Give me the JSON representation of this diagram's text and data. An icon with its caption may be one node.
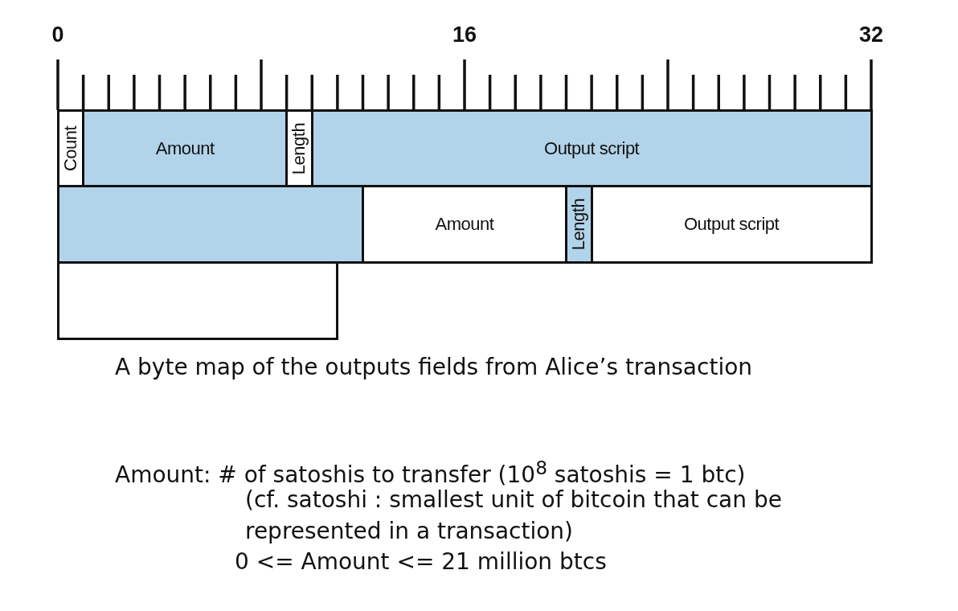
{
  "diagram": {
    "caption": "A byte map of the outputs fields from Alice’s transaction",
    "nodes": [
      {
        "text": [
          "Count"
        ]
      },
      {
        "text": [
          "Amount"
        ]
      },
      {
        "text": [
          "Length"
        ]
      },
      {
        "text": [
          "Output script"
        ]
      },
      {
        "text": [],
        "shape": "box"
      },
      {
        "text": [
          "Amount"
        ]
      },
      {
        "text": [
          "Length"
        ]
      },
      {
        "text": [
          "Output script"
        ]
      },
      {
        "text": [],
        "shape": "box"
      }
    ],
    "edges": [],
    "labels": [
      "0",
      "16",
      "32",
      "Amount: # of satoshis to transfer  (10$^{8}$ satoshis = 1 btc)",
      "(cf. satoshi : smallest unit of bitcoin that can be represented in a transaction)",
      "0 <= Amount <= 21 million btcs"
    ]
  }
}
